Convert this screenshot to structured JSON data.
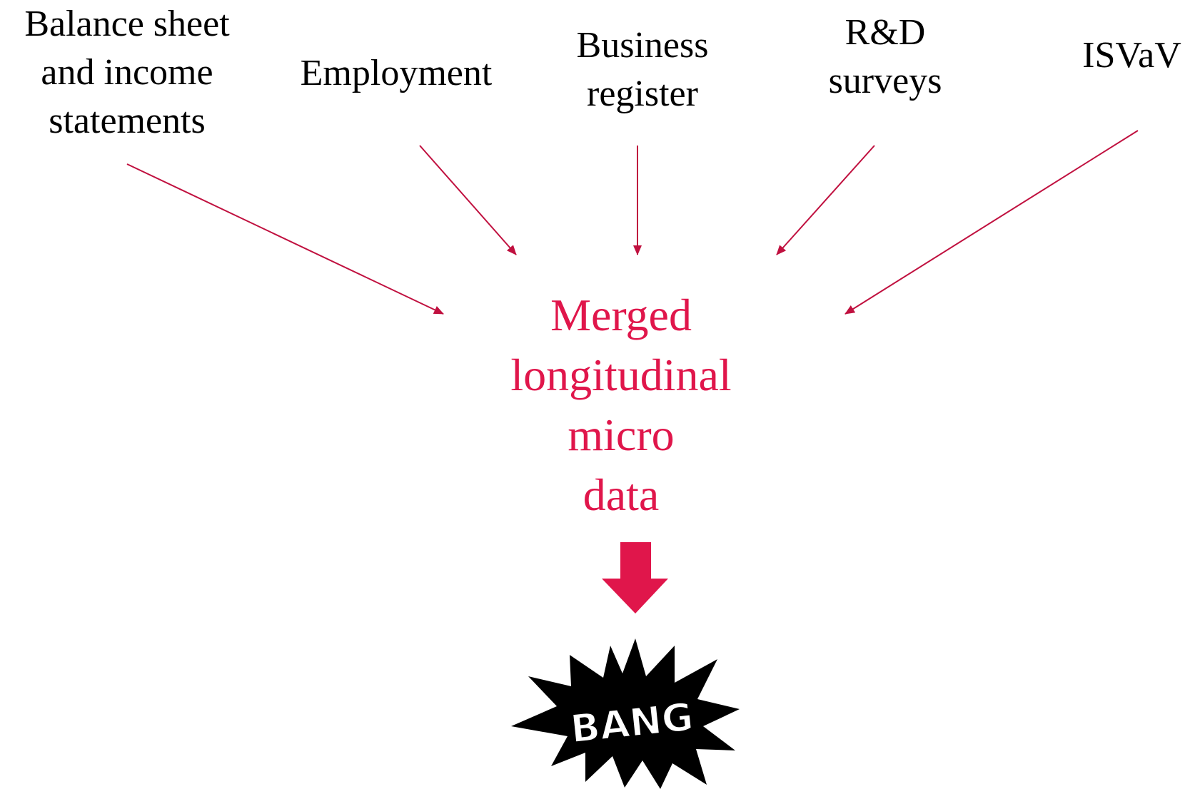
{
  "colors": {
    "accent": "#e0164b",
    "text": "#000000",
    "background": "#ffffff"
  },
  "sources": [
    {
      "id": "balance",
      "lines": [
        "Balance sheet",
        "and income",
        "statements"
      ]
    },
    {
      "id": "employment",
      "lines": [
        "Employment"
      ]
    },
    {
      "id": "business",
      "lines": [
        "Business",
        "register"
      ]
    },
    {
      "id": "rnd",
      "lines": [
        "R&D",
        "surveys"
      ]
    },
    {
      "id": "isvav",
      "lines": [
        "ISVaV"
      ]
    }
  ],
  "center": {
    "lines": [
      "Merged",
      "longitudinal",
      "micro",
      "data"
    ]
  },
  "result": {
    "icon": "bang-burst-icon",
    "text": "BANG"
  }
}
